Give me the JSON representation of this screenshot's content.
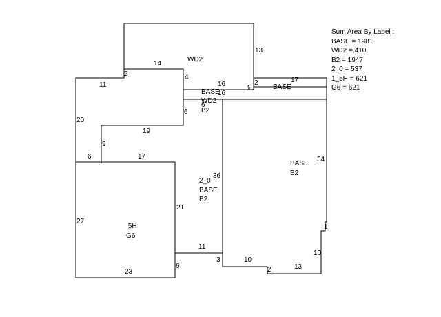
{
  "sketch": {
    "area_labels": [
      {
        "id": "wd2-top",
        "text": "WD2"
      },
      {
        "id": "base-right-strip",
        "text": "BASE"
      },
      {
        "id": "base-mid",
        "text": "BASE"
      },
      {
        "id": "wd2-mid",
        "text": "WD2"
      },
      {
        "id": "b2-mid",
        "text": "B2"
      },
      {
        "id": "2-0",
        "text": "2_0"
      },
      {
        "id": "base-2-0",
        "text": "BASE"
      },
      {
        "id": "b2-2-0",
        "text": "B2"
      },
      {
        "id": "base-right",
        "text": "BASE"
      },
      {
        "id": "b2-right",
        "text": "B2"
      },
      {
        "id": "1-5h",
        "text": ".5H"
      },
      {
        "id": "g6",
        "text": "G6"
      }
    ],
    "dimension_labels": [
      {
        "id": "d13-top",
        "text": "13"
      },
      {
        "id": "d14",
        "text": "14"
      },
      {
        "id": "d2-a",
        "text": "2"
      },
      {
        "id": "d4",
        "text": "4"
      },
      {
        "id": "d11-top",
        "text": "11"
      },
      {
        "id": "d16-a",
        "text": "16"
      },
      {
        "id": "d16-b",
        "text": "16"
      },
      {
        "id": "d2-b",
        "text": "2"
      },
      {
        "id": "d1-a",
        "text": "1"
      },
      {
        "id": "d17-right",
        "text": "17"
      },
      {
        "id": "d20",
        "text": "20"
      },
      {
        "id": "d6-a",
        "text": "6"
      },
      {
        "id": "d6-b",
        "text": "6"
      },
      {
        "id": "d19",
        "text": "19"
      },
      {
        "id": "d9",
        "text": "9"
      },
      {
        "id": "d6-c",
        "text": "6"
      },
      {
        "id": "d17-mid",
        "text": "17"
      },
      {
        "id": "d36",
        "text": "36"
      },
      {
        "id": "d34",
        "text": "34"
      },
      {
        "id": "d21",
        "text": "21"
      },
      {
        "id": "d27",
        "text": "27"
      },
      {
        "id": "d1-b",
        "text": "1"
      },
      {
        "id": "d11-bottom",
        "text": "11"
      },
      {
        "id": "d3",
        "text": "3"
      },
      {
        "id": "d10-a",
        "text": "10"
      },
      {
        "id": "d10-b",
        "text": "10"
      },
      {
        "id": "d6-d",
        "text": "6"
      },
      {
        "id": "d2-c",
        "text": "2"
      },
      {
        "id": "d13-bottom",
        "text": "13"
      },
      {
        "id": "d23",
        "text": "23"
      }
    ]
  },
  "legend": {
    "title": "Sum Area By Label :",
    "lines": [
      "BASE = 1981",
      "WD2 = 410",
      "B2 = 1947",
      "2_0 = 537",
      "1_5H = 621",
      "G6 = 621"
    ]
  }
}
